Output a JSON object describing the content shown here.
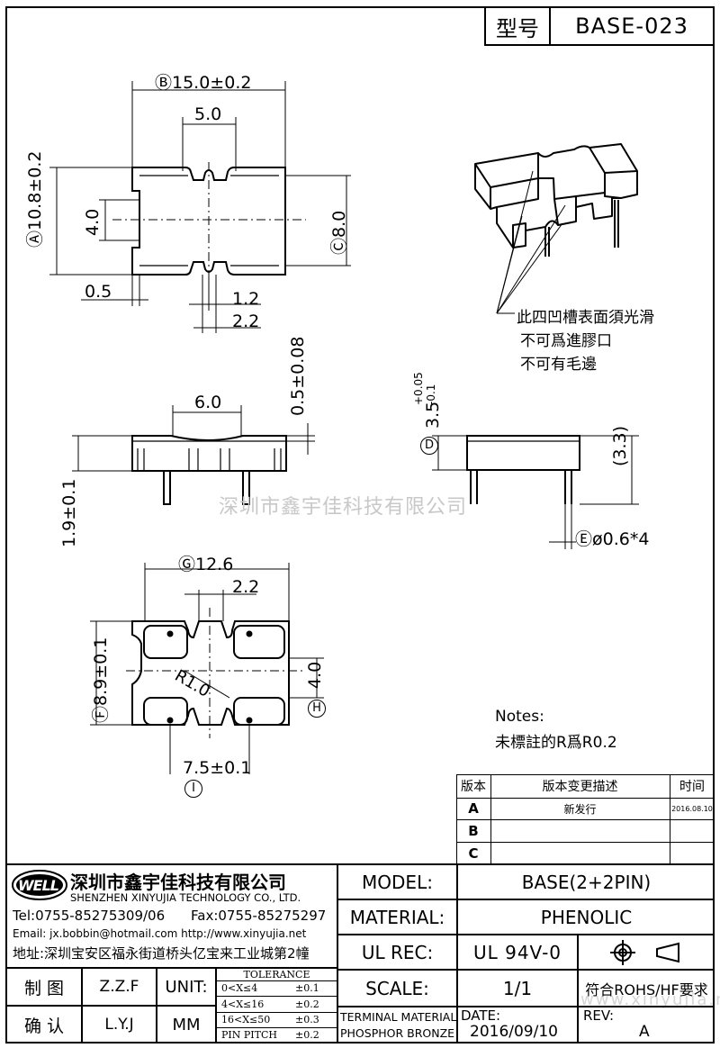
{
  "title_block": {
    "model_label": "型号",
    "model_value": "BASE-023"
  },
  "drawing": {
    "dims": {
      "b": "Ⓑ15.0±0.2",
      "w5": "5.0",
      "a": "Ⓐ10.8±0.2",
      "h4": "4.0",
      "c": "Ⓒ8.0",
      "d05": "0.5",
      "d12": "1.2",
      "d22": "2.2",
      "w6": "6.0",
      "t05": "0.5±0.08",
      "h19": "1.9±0.1",
      "d35": "3.5",
      "d35tol_up": "+0.05",
      "d35tol_dn": "-0.1",
      "d33": "(3.3)",
      "e": "Ⓔø0.6*4",
      "g": "Ⓖ12.6",
      "g22": "2.2",
      "r": "R1.0",
      "f": "Ⓕ8.9±0.1",
      "h40": "4.0",
      "i": "7.5±0.1"
    },
    "circled": {
      "d": "D",
      "h": "H",
      "i": "I"
    },
    "note_cn": [
      "此四凹槽表面須光滑",
      "不可爲進膠口",
      "不可有毛邊"
    ],
    "notes_title": "Notes:",
    "notes_body": "未標註的R爲R0.2"
  },
  "watermark": "深圳市鑫宇佳科技有限公司",
  "watermark_url": "www.xinyujia.net",
  "revision_table": {
    "headers": [
      "版本",
      "版本变更描述",
      "时间"
    ],
    "rows": [
      {
        "rev": "A",
        "desc": "新发行",
        "date": "2016.08.10"
      },
      {
        "rev": "B",
        "desc": "",
        "date": ""
      },
      {
        "rev": "C",
        "desc": "",
        "date": ""
      }
    ]
  },
  "company": {
    "logo": "WELL",
    "name_cn": "深圳市鑫宇佳科技有限公司",
    "name_en": "SHENZHEN XINYUJIA TECHNOLOGY CO., LTD.",
    "tel": "Tel:0755-85275309/06",
    "fax": "Fax:0755-85275297",
    "email": "Email: jx.bobbin@hotmail.com http://www.xinyujia.net",
    "address": "地址:深圳宝安区福永街道桥头亿宝来工业城第2幢"
  },
  "info": {
    "model_label": "MODEL:",
    "model_value": "BASE(2+2PIN)",
    "material_label": "MATERIAL:",
    "material_value": "PHENOLIC",
    "ulrec_label": "UL REC:",
    "ulrec_value": "UL 94V-0",
    "scale_label": "SCALE:",
    "scale_value": "1/1",
    "rohs": "符合ROHS/HF要求",
    "terminal_label1": "TERMINAL MATERIAL",
    "terminal_label2": "PHOSPHOR BRONZE",
    "date_label": "DATE:",
    "date_value": "2016/09/10",
    "rev_label": "REV:",
    "rev_value": "A"
  },
  "signoff": {
    "draw_label": "制 图",
    "draw_value": "Z.Z.F",
    "check_label": "确 认",
    "check_value": "L.Y.J",
    "unit_label": "UNIT:",
    "unit_value": "MM"
  },
  "tolerance": {
    "title": "TOLERANCE",
    "rows": [
      {
        "range": "0<X≤4",
        "tol": "±0.1"
      },
      {
        "range": "4<X≤16",
        "tol": "±0.2"
      },
      {
        "range": "16<X≤50",
        "tol": "±0.3"
      },
      {
        "range": "PIN PITCH",
        "tol": "±0.2"
      }
    ]
  }
}
